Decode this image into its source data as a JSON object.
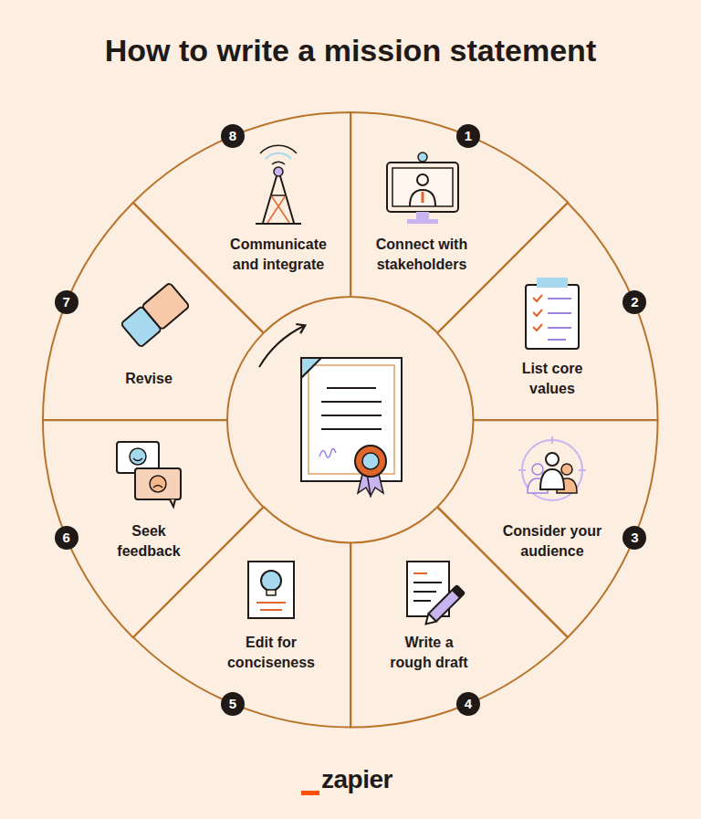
{
  "diagram": {
    "title": "How to write a mission statement",
    "nodes": [
      {
        "text": [
          "Connect with stakeholders"
        ]
      },
      {
        "text": [
          "List core values"
        ]
      },
      {
        "text": [
          "Consider your audience"
        ]
      },
      {
        "text": [
          "Write a rough draft"
        ]
      },
      {
        "text": [
          "Edit for conciseness"
        ]
      },
      {
        "text": [
          "Seek feedback"
        ]
      },
      {
        "text": [
          "Revise"
        ]
      },
      {
        "text": [
          "Communicate and integrate"
        ]
      }
    ],
    "labels": [
      "1",
      "2",
      "3",
      "4",
      "5",
      "6",
      "7",
      "8",
      "zapier"
    ]
  }
}
